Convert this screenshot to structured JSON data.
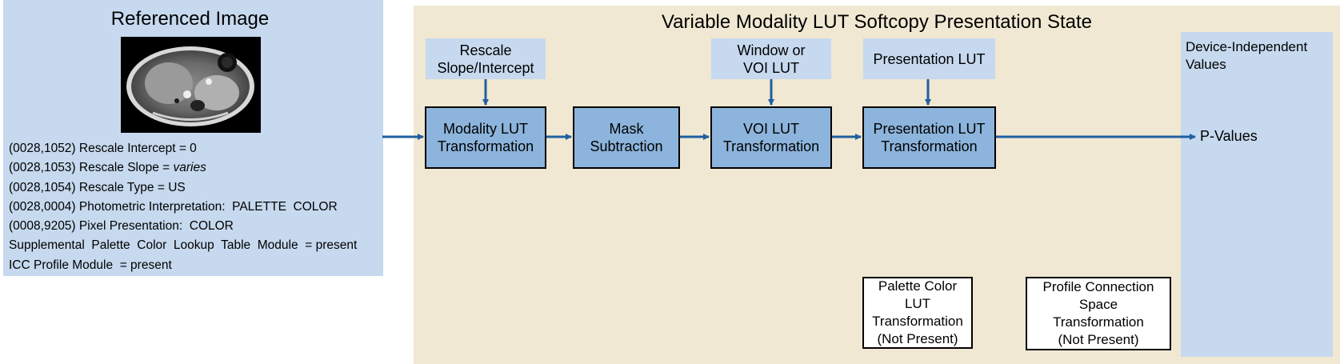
{
  "referenced_image": {
    "title": "Referenced Image",
    "thumbnail": "axial MR slice of abdomen (grayscale)",
    "attributes": [
      {
        "text": "(0028,1052) Rescale Intercept = 0"
      },
      {
        "text": "(0028,1053) Rescale Slope = ",
        "emphasis": "varies"
      },
      {
        "text": "(0028,1054) Rescale Type = US"
      },
      {
        "text": "(0028,0004) Photometric Interpretation:  PALETTE  COLOR"
      },
      {
        "text": "(0008,9205) Pixel Presentation:  COLOR"
      },
      {
        "text": "Supplemental  Palette  Color  Lookup  Table  Module  = present"
      },
      {
        "text": "ICC Profile Module  = present"
      }
    ]
  },
  "state": {
    "title": "Variable Modality LUT Softcopy Presentation State",
    "inputs": {
      "rescale": "Rescale\nSlope/Intercept",
      "window": "Window or\nVOI LUT",
      "presentation": "Presentation LUT"
    },
    "pipeline": [
      "Modality LUT\nTransformation",
      "Mask\nSubtraction",
      "VOI LUT\nTransformation",
      "Presentation LUT\nTransformation"
    ],
    "not_present": [
      "Palette Color LUT\nTransformation\n(Not Present)",
      "Profile Connection\nSpace\nTransformation\n(Not Present)"
    ],
    "device_independent": "Device-Independent\nValues",
    "output": "P-Values"
  },
  "colors": {
    "ref_panel": "#c6d9ee",
    "state_panel": "#f0e8d2",
    "device_panel": "#c6d9ee",
    "param_box": "#c6d9ee",
    "step_box": "#8cb4dc",
    "arrow": "#1f5fa0"
  }
}
